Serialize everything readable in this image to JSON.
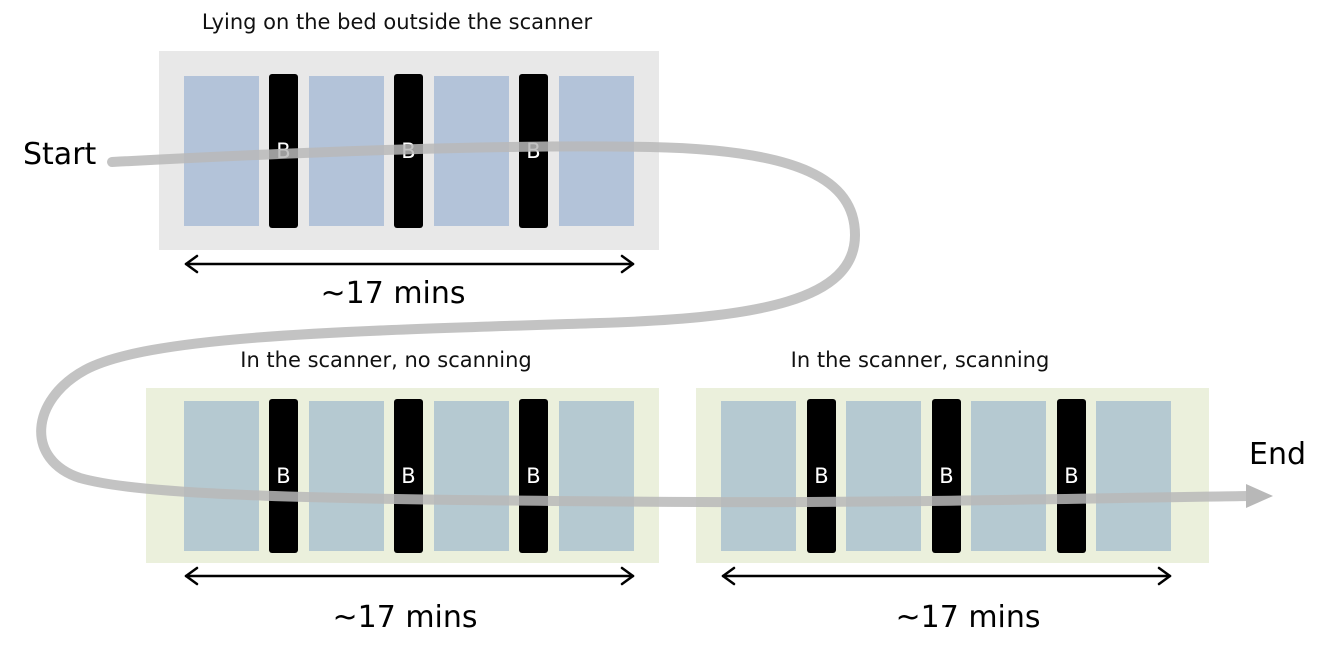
{
  "colors": {
    "outside_panel": "#e8e8e8",
    "scanner_panel": "#ebf0dc",
    "outside_block": "#b3c3d9",
    "scanner_block": "#b5c9d1",
    "break_bar": "#000000",
    "flow_path": "#b8b8b8"
  },
  "flow": {
    "start_label": "Start",
    "end_label": "End"
  },
  "panels": [
    {
      "title": "Lying on the bed outside the scanner",
      "break_labels": [
        "B",
        "B",
        "B"
      ],
      "duration": "~17 mins"
    },
    {
      "title": "In the scanner, no scanning",
      "break_labels": [
        "B",
        "B",
        "B"
      ],
      "duration": "~17 mins"
    },
    {
      "title": "In the scanner, scanning",
      "break_labels": [
        "B",
        "B",
        "B"
      ],
      "duration": "~17 mins"
    }
  ]
}
